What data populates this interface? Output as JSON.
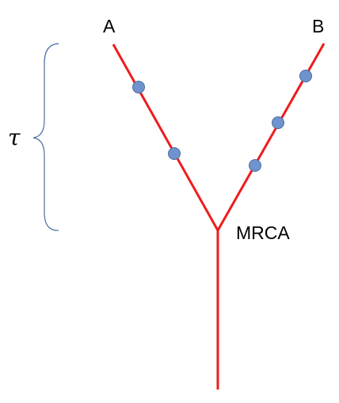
{
  "labels": {
    "a": "A",
    "b": "B",
    "mrca": "MRCA",
    "tau": "τ"
  },
  "colors": {
    "branch": "#ee1c1c",
    "mutation_fill": "#6f93cc",
    "mutation_stroke": "#4a6fa5",
    "brace": "#4a6fa5"
  },
  "tree": {
    "branches": [
      "lineage-a",
      "lineage-b",
      "ancestor-stem"
    ],
    "mutation_counts": {
      "lineage-a": 2,
      "lineage-b": 3
    }
  }
}
